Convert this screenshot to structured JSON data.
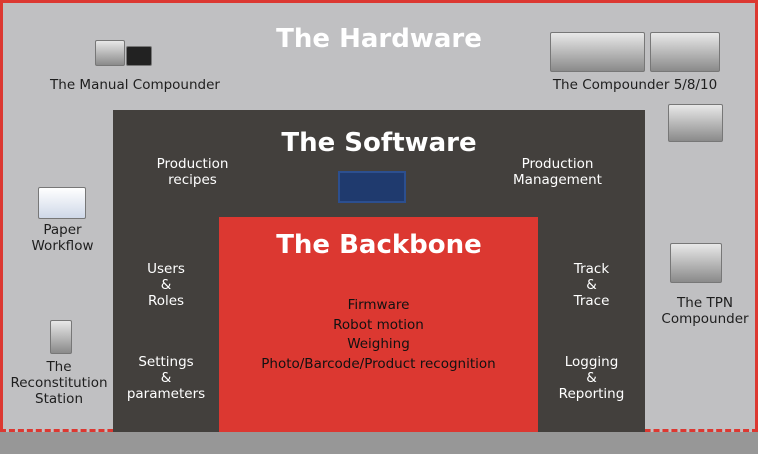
{
  "hardware": {
    "title": "The Hardware",
    "manual": "The Manual Compounder",
    "compounder": "The Compounder 5/8/10",
    "paper": [
      "Paper",
      "Workflow"
    ],
    "recon": [
      "The",
      "Reconstitution",
      "Station"
    ],
    "tpn": [
      "The TPN",
      "Compounder"
    ]
  },
  "software": {
    "title": "The Software",
    "recipes": [
      "Production",
      "recipes"
    ],
    "management": [
      "Production",
      "Management"
    ],
    "users": [
      "Users",
      "&",
      "Roles"
    ],
    "settings": [
      "Settings",
      "&",
      "parameters"
    ],
    "track": [
      "Track",
      "&",
      "Trace"
    ],
    "logging": [
      "Logging",
      "&",
      "Reporting"
    ]
  },
  "backbone": {
    "title": "The Backbone",
    "items": [
      "Firmware",
      "Robot motion",
      "Weighing",
      "Photo/Barcode/Product recognition"
    ]
  }
}
